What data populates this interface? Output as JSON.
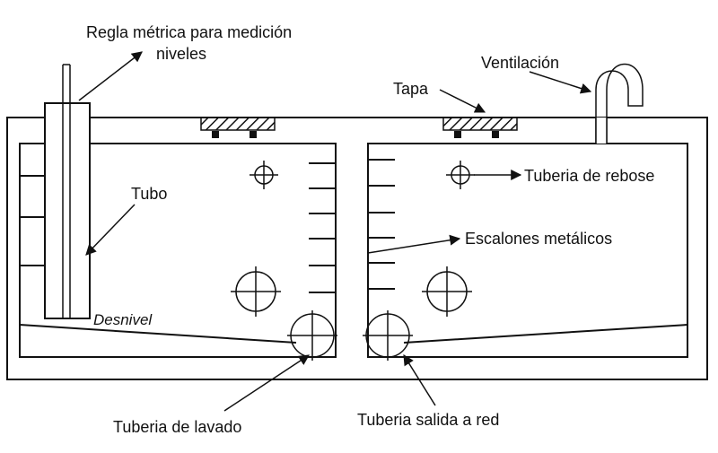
{
  "labels": {
    "regla_line1": "Regla métrica para medición",
    "regla_line2": "niveles",
    "ventilacion": "Ventilación",
    "tapa": "Tapa",
    "tubo": "Tubo",
    "rebose": "Tuberia de rebose",
    "escalones": "Escalones metálicos",
    "desnivel": "Desnivel",
    "lavado": "Tuberia de lavado",
    "salida": "Tuberia salida a red"
  },
  "colors": {
    "ink": "#111111",
    "background": "#ffffff"
  }
}
